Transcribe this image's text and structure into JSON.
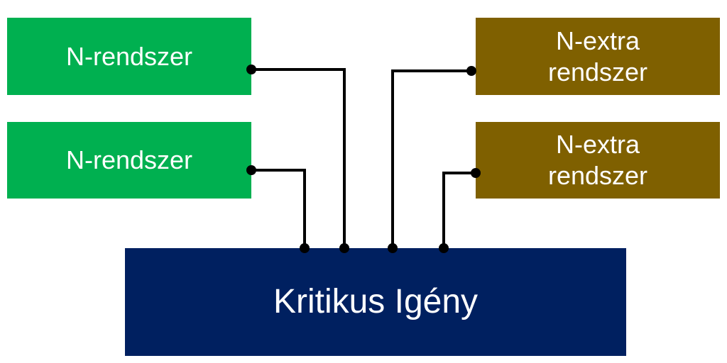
{
  "diagram": {
    "n_systems": [
      {
        "label": "N-rendszer"
      },
      {
        "label": "N-rendszer"
      }
    ],
    "extra_systems": [
      {
        "line1": "N-extra",
        "line2": "rendszer"
      },
      {
        "line1": "N-extra",
        "line2": "rendszer"
      }
    ],
    "critical": {
      "label": "Kritikus Igény"
    },
    "colors": {
      "n_system": "#00b050",
      "extra_system": "#7f6000",
      "critical": "#002060",
      "connector": "#000000"
    }
  }
}
